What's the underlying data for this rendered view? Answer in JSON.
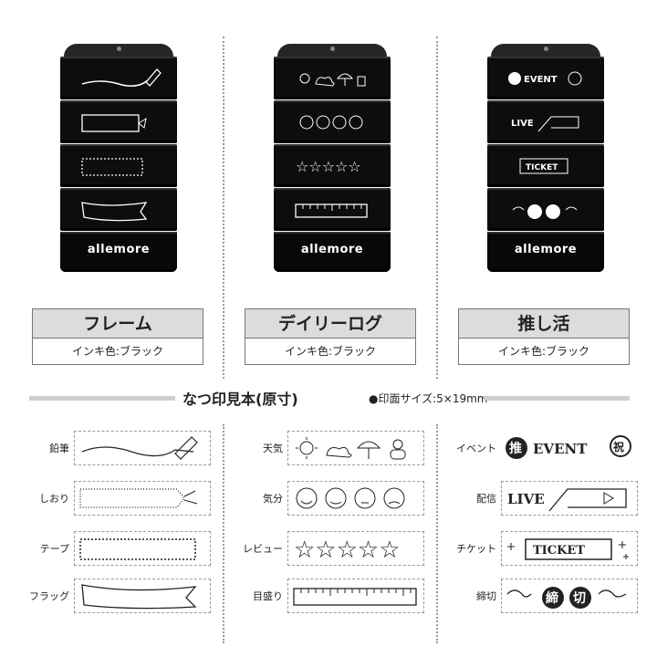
{
  "brand": "allemore",
  "products": [
    {
      "title": "フレーム",
      "ink": "インキ色:ブラック"
    },
    {
      "title": "デイリーログ",
      "ink": "インキ色:ブラック"
    },
    {
      "title": "推し活",
      "ink": "インキ色:ブラック"
    }
  ],
  "section": {
    "title": "なつ印見本(原寸)",
    "subtitle": "●印面サイズ:5×19mm"
  },
  "samples": {
    "frame": [
      "鉛筆",
      "しおり",
      "テープ",
      "フラッグ"
    ],
    "daily": [
      "天気",
      "気分",
      "レビュー",
      "目盛り"
    ],
    "oshi": [
      "イベント",
      "配信",
      "チケット",
      "締切"
    ]
  },
  "stamp_text": {
    "event": "EVENT",
    "live": "LIVE",
    "ticket": "TICKET",
    "shime": "締",
    "kiri": "切",
    "oshi": "推",
    "stamp_seal": "祝"
  }
}
